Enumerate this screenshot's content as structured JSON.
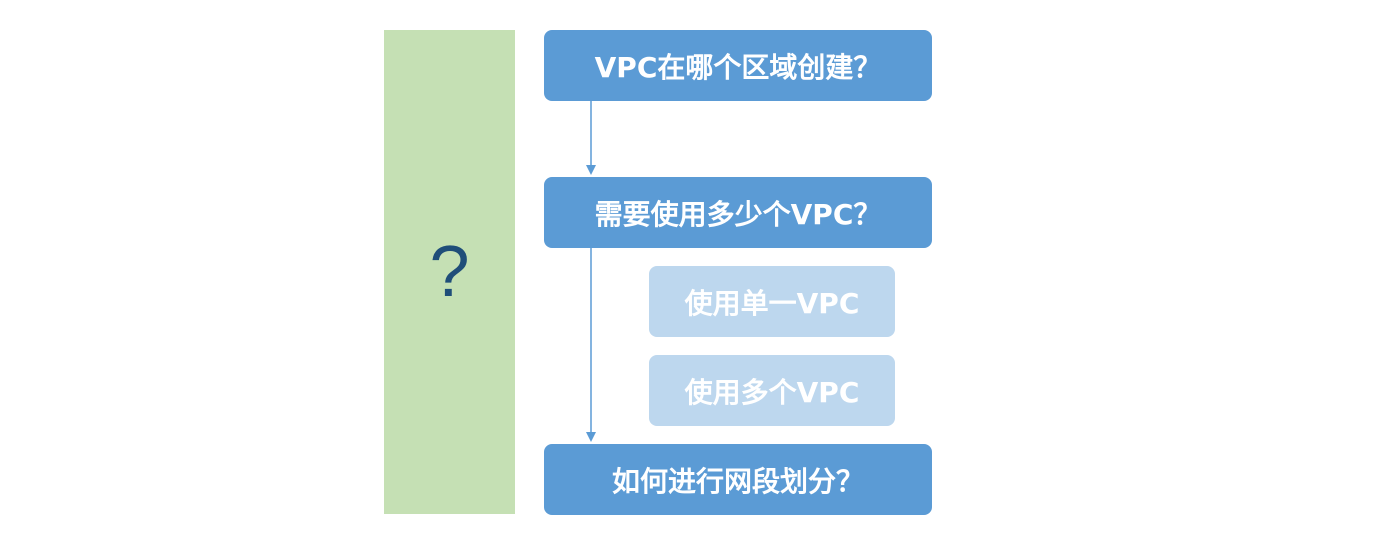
{
  "side_panel": {
    "symbol": "?",
    "color": "#c5e0b4",
    "symbol_color": "#1f4e79"
  },
  "steps": [
    {
      "label": "VPC在哪个区域创建？"
    },
    {
      "label": "需要使用多少个VPC？"
    },
    {
      "label": "如何进行网段划分？"
    }
  ],
  "options": [
    {
      "label": "使用单一VPC"
    },
    {
      "label": "使用多个VPC"
    }
  ],
  "colors": {
    "step_box": "#5b9bd5",
    "option_box": "#bdd7ee",
    "connector": "#5b9bd5"
  }
}
